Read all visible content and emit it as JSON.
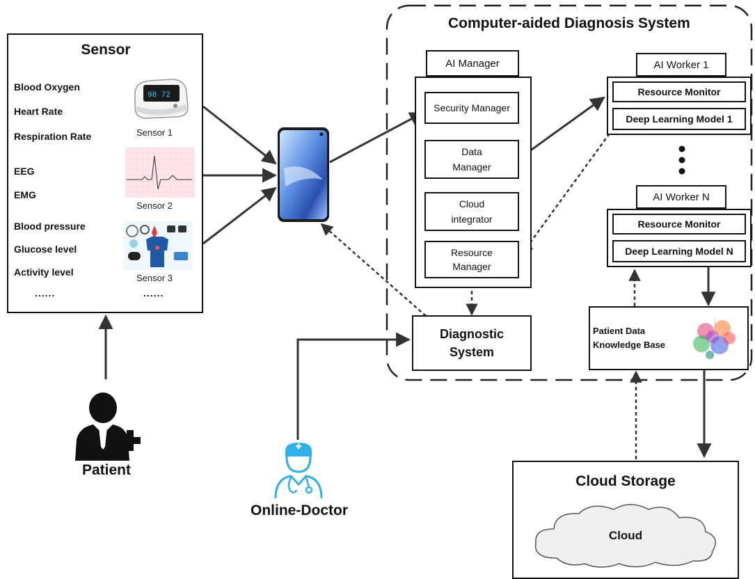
{
  "system": {
    "title": "Computer-aided Diagnosis System"
  },
  "sensor_panel": {
    "title": "Sensor",
    "labels": [
      "Blood Oxygen",
      "Heart Rate",
      "Respiration Rate",
      "EEG",
      "EMG",
      "Blood pressure",
      "Glucose level",
      "Activity level"
    ],
    "ellipsis": "......",
    "sensors": [
      "Sensor 1",
      "Sensor 2",
      "Sensor 3"
    ]
  },
  "ai_manager": {
    "tab": "AI Manager",
    "modules": [
      "Security Manager",
      "Data Manager",
      "Cloud integrator",
      "Resource Manager"
    ]
  },
  "worker1": {
    "tab": "AI Worker 1",
    "monitor": "Resource Monitor",
    "model": "Deep Learning Model 1"
  },
  "workerN": {
    "tab": "AI Worker N",
    "monitor": "Resource Monitor",
    "model": "Deep Learning Model N"
  },
  "diagnostic": {
    "label": "Diagnostic System"
  },
  "knowledge": {
    "label1": "Patient Data",
    "label2": "Knowledge Base"
  },
  "cloud_storage": {
    "title": "Cloud Storage",
    "cloud": "Cloud"
  },
  "actors": {
    "patient": "Patient",
    "doctor": "Online-Doctor"
  },
  "icons": [
    "pulse-oximeter-icon",
    "ecg-strip-icon",
    "wearables-icon",
    "smartphone-icon",
    "patient-icon",
    "doctor-icon",
    "network-graph-icon",
    "cloud-icon"
  ]
}
